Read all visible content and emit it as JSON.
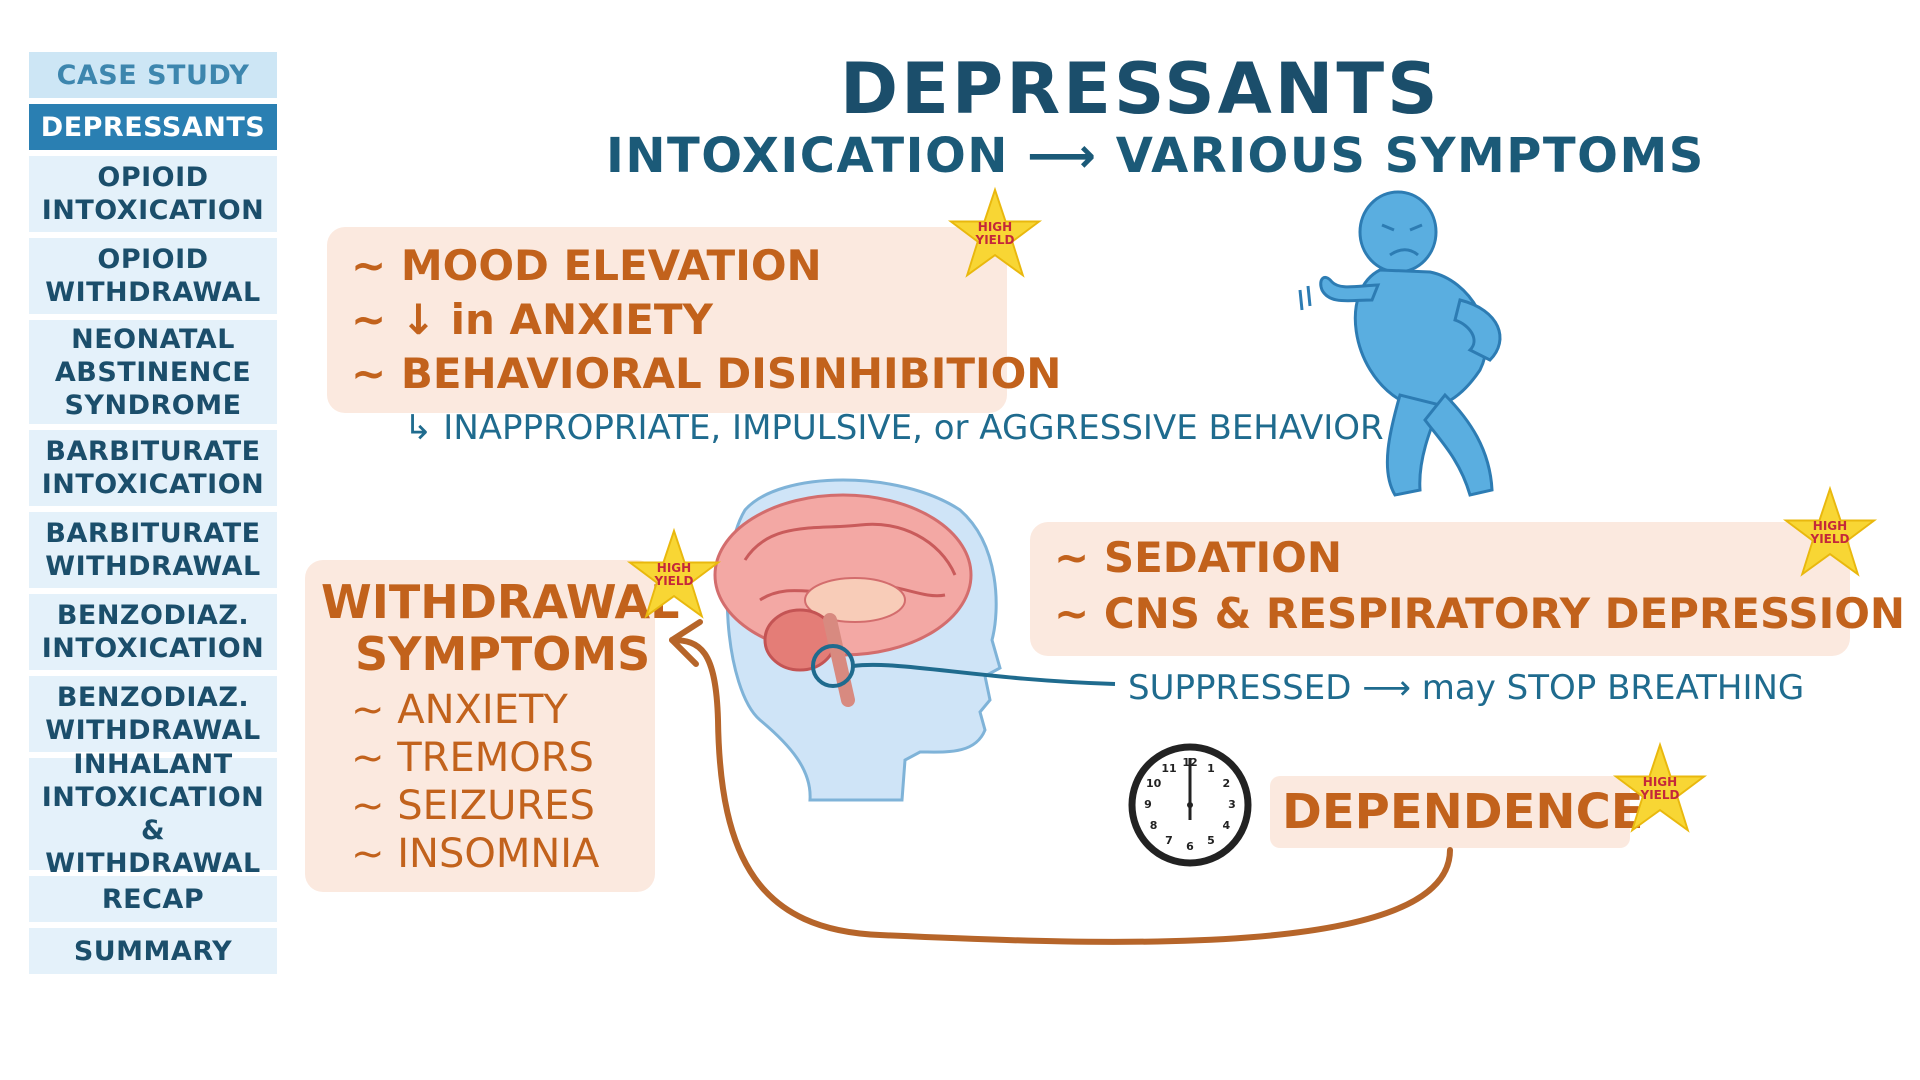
{
  "sidebar": {
    "items": [
      {
        "label": "CASE STUDY",
        "style": "case"
      },
      {
        "label": "DEPRESSANTS",
        "style": "active"
      },
      {
        "label": "OPIOID\nINTOXICATION",
        "style": "normal"
      },
      {
        "label": "OPIOID\nWITHDRAWAL",
        "style": "normal"
      },
      {
        "label": "NEONATAL\nABSTINENCE\nSYNDROME",
        "style": "normal"
      },
      {
        "label": "BARBITURATE\nINTOXICATION",
        "style": "normal"
      },
      {
        "label": "BARBITURATE\nWITHDRAWAL",
        "style": "normal"
      },
      {
        "label": "BENZODIAZ.\nINTOXICATION",
        "style": "normal"
      },
      {
        "label": "BENZODIAZ.\nWITHDRAWAL",
        "style": "normal"
      },
      {
        "label": "INHALANT\nINTOXICATION\n& WITHDRAWAL",
        "style": "normal"
      },
      {
        "label": "RECAP",
        "style": "normal"
      },
      {
        "label": "SUMMARY",
        "style": "normal"
      }
    ]
  },
  "header": {
    "title": "DEPRESSANTS",
    "subtitle": "INTOXICATION ⟶ VARIOUS SYMPTOMS"
  },
  "intoxication": {
    "line1": "~ MOOD ELEVATION",
    "line2": "~ ↓ in ANXIETY",
    "line3": "~ BEHAVIORAL DISINHIBITION",
    "note": "↳ INAPPROPRIATE, IMPULSIVE, or AGGRESSIVE BEHAVIOR"
  },
  "withdrawal": {
    "title_line1": "WITHDRAWAL",
    "title_line2": "SYMPTOMS",
    "items": [
      "~ ANXIETY",
      "~ TREMORS",
      "~ SEIZURES",
      "~ INSOMNIA"
    ]
  },
  "sedation": {
    "line1": "~ SEDATION",
    "line2": "~ CNS & RESPIRATORY DEPRESSION",
    "note": "SUPPRESSED ⟶ may STOP BREATHING"
  },
  "dependence": {
    "label": "DEPENDENCE"
  },
  "badges": {
    "high_yield": "HIGH\nYIELD"
  },
  "clock": {
    "numbers": [
      "12",
      "1",
      "2",
      "3",
      "4",
      "5",
      "6",
      "7",
      "8",
      "9",
      "10",
      "11"
    ]
  },
  "colors": {
    "navy": "#1b4e6b",
    "accent_blue": "#2a7fb2",
    "orange_text": "#c2621c",
    "box_fill": "#fbe9df",
    "star_yellow": "#f8d634",
    "star_text": "#c4283a"
  }
}
